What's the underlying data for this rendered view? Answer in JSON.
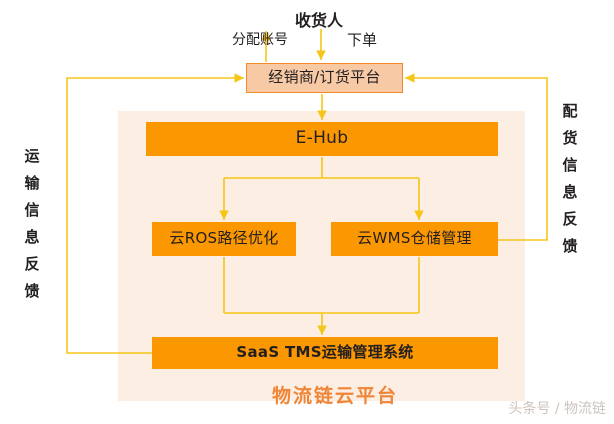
{
  "diagram": {
    "title_bottom": "物流链云平台",
    "watermark": "头条号 / 物流链",
    "colors": {
      "box_fill": "#fb9701",
      "box_light_fill": "#f7c9a5",
      "box_light_border": "#f08a2a",
      "panel_fill": "#fdeee3",
      "wire": "#f5c518",
      "platform_text": "#ef8537",
      "text": "#231f20"
    },
    "nodes": {
      "consignee": "收货人",
      "dealer": "经销商/订货平台",
      "ehub": "E-Hub",
      "ros": "云ROS路径优化",
      "wms": "云WMS仓储管理",
      "tms": "SaaS TMS运输管理系统"
    },
    "edge_labels": {
      "assign_account": "分配账号",
      "place_order": "下单"
    },
    "side_labels": {
      "left": "运输信息反馈",
      "right": "配货信息反馈"
    }
  }
}
